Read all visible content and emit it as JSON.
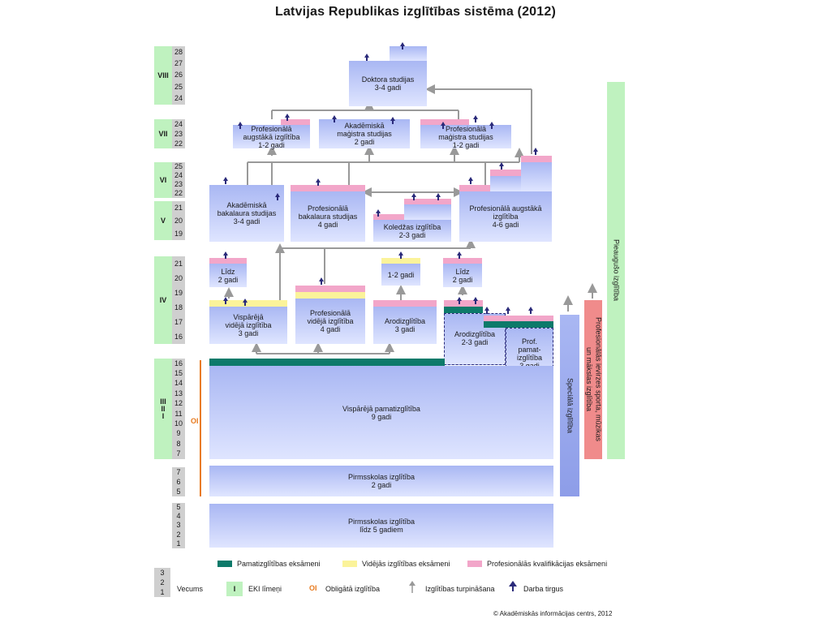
{
  "title": "Latvijas  Republikas  izglītības sistēma (2012)",
  "eki_levels": [
    "VIII",
    "VII",
    "VI",
    "V",
    "IV",
    "III\nII\nI"
  ],
  "ages": {
    "g8": [
      "28",
      "27",
      "26",
      "25",
      "24"
    ],
    "g7": [
      "24",
      "23",
      "22"
    ],
    "g6": [
      "25",
      "24",
      "23",
      "22"
    ],
    "g5": [
      "21",
      "20",
      "19"
    ],
    "g4": [
      "21",
      "20",
      "19",
      "18",
      "17",
      "16"
    ],
    "g3": [
      "16",
      "15",
      "14",
      "13",
      "12",
      "11",
      "10",
      "9",
      "8",
      "7"
    ],
    "g2": [
      "7",
      "6",
      "5"
    ],
    "g1": [
      "5",
      "4",
      "3",
      "2",
      "1"
    ],
    "gl": [
      "3",
      "2",
      "1"
    ]
  },
  "oi_label": "OI",
  "boxes": {
    "doktora": "Doktora studijas\n3-4 gadi",
    "prof_augst_izgl": "Profesionālā\naugstākā izglītība\n1-2 gadi",
    "akad_magistra": "Akadēmiskā\nmaģistra studijas\n2 gadi",
    "prof_magistra": "Profesionālā\nmaģistra studijas\n1-2 gadi",
    "akad_bakalaura": "Akadēmiskā\nbakalaura studijas\n3-4 gadi",
    "prof_bakalaura": "Profesionālā\nbakalaura studijas\n4 gadi",
    "koledzas": "Koledžas izglītība\n2-3 gadi",
    "prof_augstaka": "Profesionālā augstākā\nizglītība\n4-6 gadi",
    "lidz_1": "Līdz\n2 gadi",
    "one_two": "1-2 gadi",
    "lidz_2": "Līdz\n2 gadi",
    "visp_videja": "Vispārējā\nvidējā izglītība\n3 gadi",
    "prof_videja": "Profesionālā\nvidējā izglītība\n4 gadi",
    "arod_1": "Arodizglītība\n3 gadi",
    "arod_2": "Arodizglītība\n2-3 gadi",
    "prof_pamat": "Prof.\npamat-\nizglītība\n3 gadi",
    "visp_pamat": "Vispārējā pamatizglītība\n9 gadi",
    "pirmsskolas_2": "Pirmsskolas izglītība\n2 gadi",
    "pirmsskolas_5": "Pirmsskolas izglītība\nlīdz 5 gadiem"
  },
  "side_bars": {
    "speciala": "Speciālā izglītība",
    "profesionala": "Profesionālās ievirzes sporta, mūzikas\nun mākslas izglītība",
    "pieauguso": "Pieaugušo izglītība"
  },
  "legend": {
    "pamat_eksameni": "Pamatizglītības eksāmeni",
    "videjas_eksameni": "Vidējās izglītības eksāmeni",
    "prof_kval": "Profesionālās kvalifikācijas eksāmeni",
    "vecums": "Vecums",
    "eki_sample": "I",
    "eki_limeni": "EKI līmeņi",
    "oi_sample": "OI",
    "obligata": "Obligātā izglītība",
    "turpinasana": "Izglītības turpināšana",
    "darba_tirgus": "Darba tirgus"
  },
  "copyright": "© Akadēmiskās informācijas centrs, 2012",
  "colors": {
    "box_top": "#a9b7f3",
    "box_bottom": "#dfe5ff",
    "pink": "#f2a6c9",
    "yellow": "#fbf39a",
    "teal": "#0d7a6a",
    "eki_green": "#bff2bf",
    "age_gray": "#cfcfcf",
    "arrow_navy": "#2a2a7a",
    "oi_orange": "#e87a1e",
    "red_bar": "#f08b8b"
  }
}
